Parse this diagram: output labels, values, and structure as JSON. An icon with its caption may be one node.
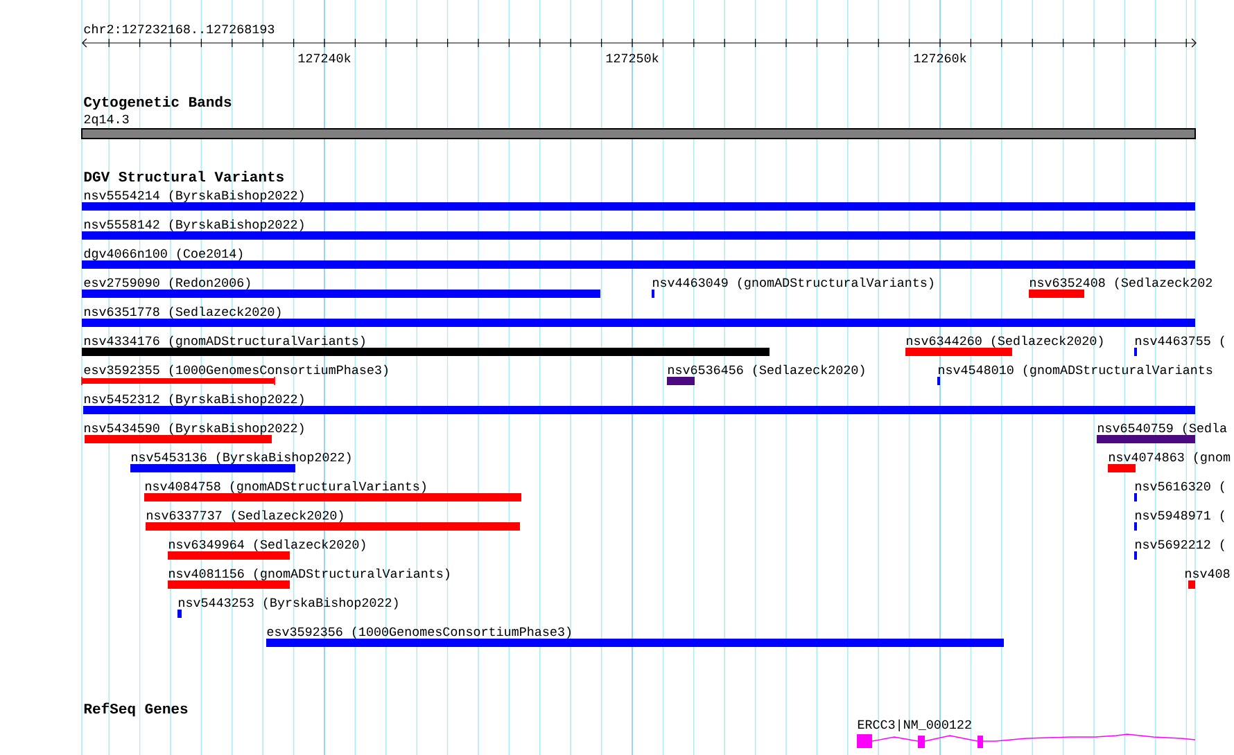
{
  "diagram": {
    "nodes": [
      {
        "text": [
          "2q14.3"
        ]
      },
      {
        "text": [
          "nsv5554214 (ByrskaBishop2022)"
        ]
      },
      {
        "text": [
          "nsv5558142 (ByrskaBishop2022)"
        ]
      },
      {
        "text": [
          "dgv4066n100 (Coe2014)"
        ]
      },
      {
        "text": [
          "esv2759090 (Redon2006)"
        ]
      },
      {
        "text": [
          "nsv4463049 (gnomADStructuralVariants)"
        ]
      },
      {
        "text": [
          "nsv6352408 (Sedlazeck202"
        ]
      },
      {
        "text": [
          "nsv6351778 (Sedlazeck2020)"
        ]
      },
      {
        "text": [
          "nsv4334176 (gnomADStructuralVariants)"
        ]
      },
      {
        "text": [
          "nsv6344260 (Sedlazeck2020)"
        ]
      },
      {
        "text": [
          "nsv4463755 ("
        ]
      },
      {
        "text": [
          "esv3592355 (1000GenomesConsortiumPhase3)"
        ]
      },
      {
        "text": [
          "nsv6536456 (Sedlazeck2020)"
        ]
      },
      {
        "text": [
          "nsv4548010 (gnomADStructuralVariants"
        ]
      },
      {
        "text": [
          "nsv5452312 (ByrskaBishop2022)"
        ]
      },
      {
        "text": [
          "nsv5434590 (ByrskaBishop2022)"
        ]
      },
      {
        "text": [
          "nsv6540759 (Sedla"
        ]
      },
      {
        "text": [
          "nsv5453136 (ByrskaBishop2022)"
        ]
      },
      {
        "text": [
          "nsv4074863 (gnom"
        ]
      },
      {
        "text": [
          "nsv4084758 (gnomADStructuralVariants)"
        ]
      },
      {
        "text": [
          "nsv5616320 ("
        ]
      },
      {
        "text": [
          "nsv6337737 (Sedlazeck2020)"
        ]
      },
      {
        "text": [
          "nsv5948971 ("
        ]
      },
      {
        "text": [
          "nsv6349964 (Sedlazeck2020)"
        ]
      },
      {
        "text": [
          "nsv5692212 ("
        ]
      },
      {
        "text": [
          "nsv4081156 (gnomADStructuralVariants)"
        ]
      },
      {
        "text": [
          "nsv408"
        ]
      },
      {
        "text": [
          "nsv5443253 (ByrskaBishop2022)"
        ]
      },
      {
        "text": [
          "esv3592356 (1000GenomesConsortiumPhase3)"
        ]
      },
      {
        "text": [
          "ERCC3|NM_000122"
        ]
      }
    ],
    "labels": [
      "chr2:127232168..127268193",
      "127240k",
      "127250k",
      "127260k",
      "Cytogenetic Bands",
      "DGV Structural Variants",
      "RefSeq Genes"
    ]
  }
}
